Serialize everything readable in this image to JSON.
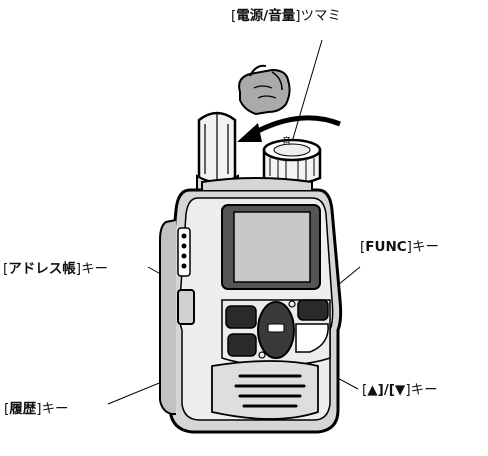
{
  "callouts": {
    "power_volume": {
      "bracket": "電源/音量",
      "suffix": "ツマミ"
    },
    "address_book": {
      "bracket": "アドレス帳",
      "suffix": "キー"
    },
    "func": {
      "bracket": "FUNC",
      "suffix": "キー"
    },
    "up_down": {
      "bracket": "▲]/[▼",
      "suffix": "キー"
    },
    "history": {
      "bracket": "履歴",
      "suffix": "キー"
    }
  },
  "knob_marking": "音"
}
